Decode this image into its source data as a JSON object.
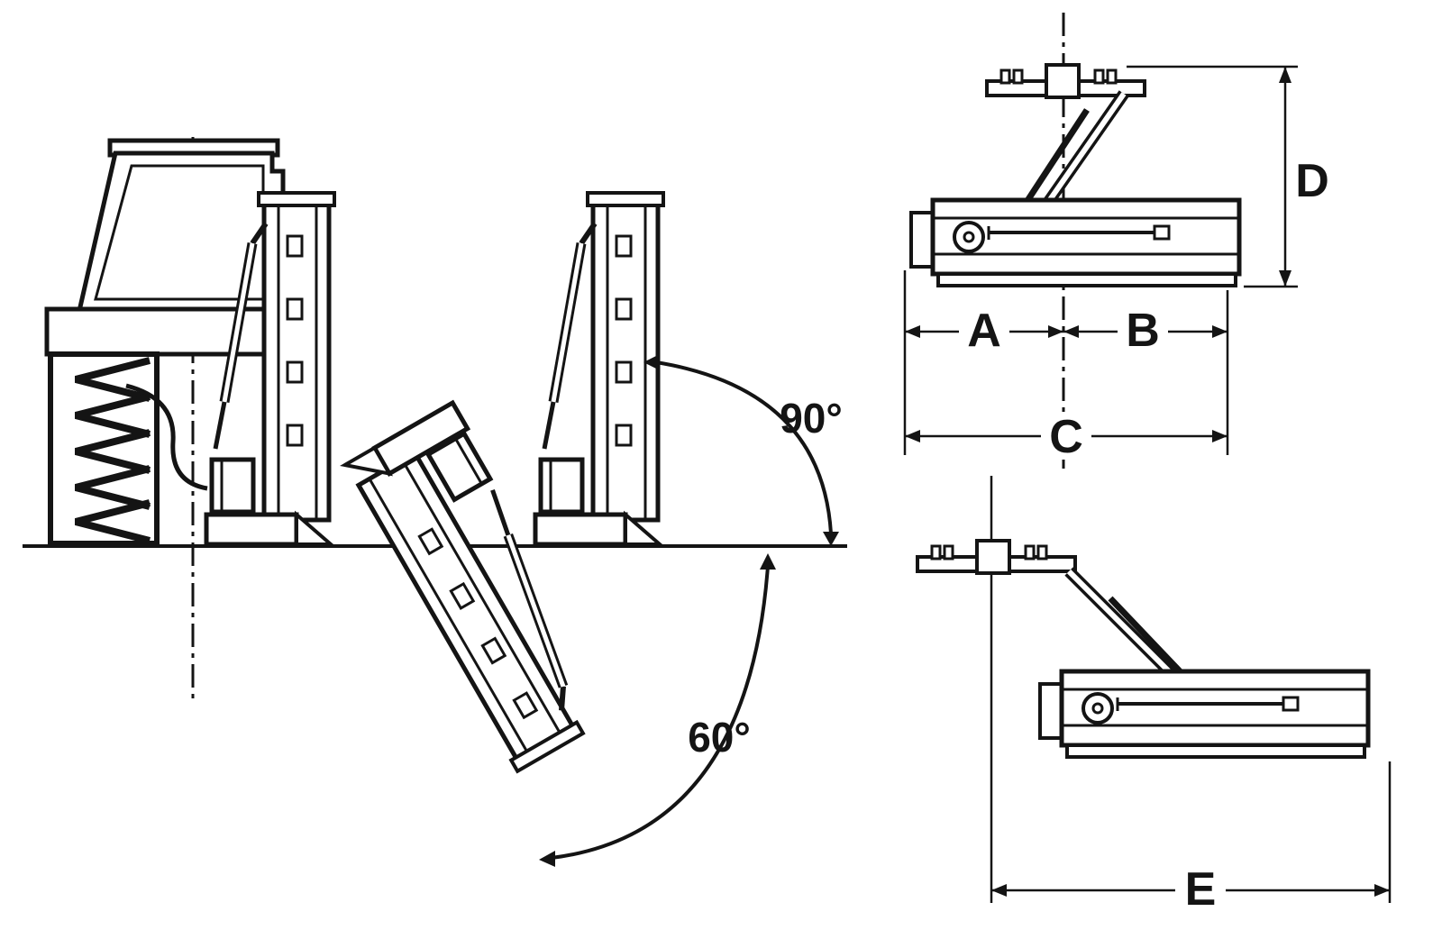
{
  "diagram": {
    "angle_labels": {
      "vertical": "90°",
      "downslope": "60°"
    },
    "dimension_labels": {
      "a": "A",
      "b": "B",
      "c": "C",
      "d": "D",
      "e": "E"
    },
    "colors": {
      "line": "#141414",
      "background": "#ffffff"
    }
  }
}
